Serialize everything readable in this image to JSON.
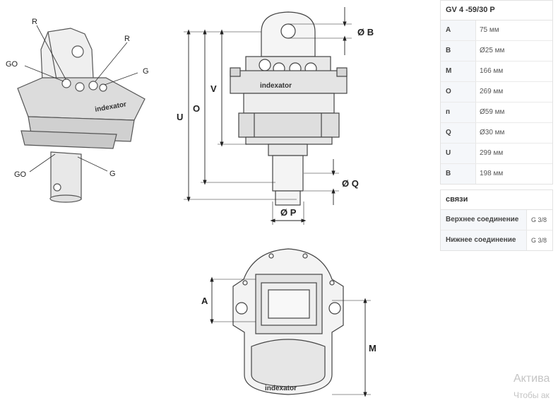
{
  "drawing": {
    "iso_labels": {
      "r_left": "R",
      "r_right": "R",
      "go_top": "GO",
      "g_top": "G",
      "go_bottom": "GO",
      "g_bottom": "G"
    },
    "dim_labels": {
      "b": "Ø B",
      "v": "V",
      "o": "O",
      "u": "U",
      "q": "Ø Q",
      "p": "Ø P",
      "a": "A",
      "m": "M"
    },
    "brand_text": "indexator"
  },
  "spec": {
    "title": "GV 4 -59/30 P",
    "rows": [
      {
        "key": "A",
        "value": "75 мм"
      },
      {
        "key": "B",
        "value": "Ø25 мм"
      },
      {
        "key": "M",
        "value": "166 мм"
      },
      {
        "key": "O",
        "value": "269 мм"
      },
      {
        "key": "п",
        "value": "Ø59 мм"
      },
      {
        "key": "Q",
        "value": "Ø30 мм"
      },
      {
        "key": "U",
        "value": "299 мм"
      },
      {
        "key": "В",
        "value": "198 мм"
      }
    ]
  },
  "connections": {
    "title": "связи",
    "rows": [
      {
        "key": "Верхнее соединение",
        "value": "G 3/8"
      },
      {
        "key": "Нижнее соединение",
        "value": "G 3/8"
      }
    ]
  },
  "watermark": {
    "line1": "Актива",
    "line2": "Чтобы ак"
  }
}
